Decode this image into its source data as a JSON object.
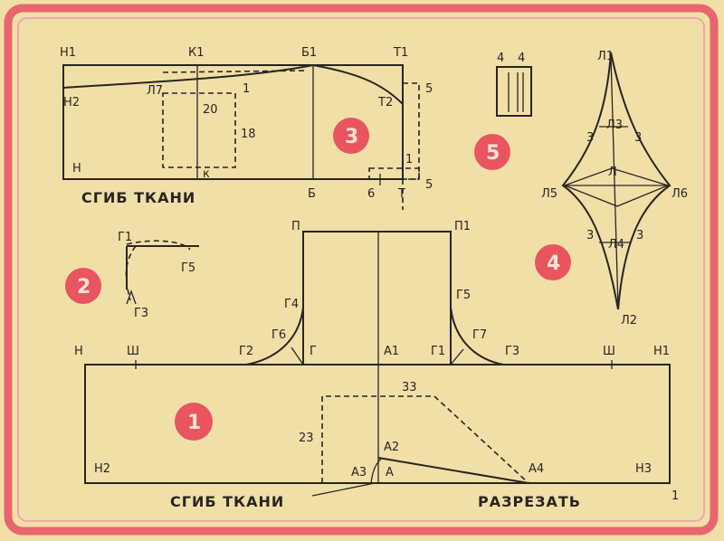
{
  "colors": {
    "paper": "#f1dfa8",
    "frame": "#e8666e",
    "ink": "#2a2420",
    "badge": "#e8555f"
  },
  "badges": [
    "1",
    "2",
    "3",
    "4",
    "5"
  ],
  "part1": {
    "points": {
      "N": "Н",
      "Sh_left": "Ш",
      "G2": "Г2",
      "G6": "Г6",
      "G": "Г",
      "G4": "Г4",
      "P": "П",
      "P1": "П1",
      "A1": "А1",
      "G1": "Г1",
      "G5": "Г5",
      "G7": "Г7",
      "G3": "Г3",
      "Sh_right": "Ш",
      "N1": "Н1",
      "N2": "Н2",
      "N3": "Н3",
      "A2": "А2",
      "A3": "А3",
      "A": "А",
      "A4": "А4",
      "one": "1"
    },
    "dims": {
      "width": "33",
      "height": "23"
    },
    "fold_label": "СГИБ ТКАНИ",
    "cut_label": "РАЗРЕЗАТЬ"
  },
  "part2": {
    "points": {
      "G1": "Г1",
      "G5": "Г5",
      "G3": "Г3"
    }
  },
  "part3": {
    "points": {
      "N1": "Н1",
      "K1": "К1",
      "B1": "Б1",
      "T1": "Т1",
      "N2": "Н2",
      "L7": "Л7",
      "one": "1",
      "T2": "Т2",
      "five_top": "5",
      "N": "Н",
      "K": "к",
      "B": "Б",
      "six": "6",
      "T": "Т",
      "five_bottom": "5",
      "one_small": "1"
    },
    "dims": {
      "width": "20",
      "height": "18"
    },
    "fold_label": "СГИБ ТКАНИ"
  },
  "part4": {
    "points": {
      "L1": "Л1",
      "L3": "Л3",
      "L": "Л",
      "L5": "Л5",
      "L6": "Л6",
      "L4": "Л4",
      "L2": "Л2",
      "three_a": "3",
      "three_b": "3",
      "three_c": "3",
      "three_d": "3"
    }
  },
  "part5": {
    "labels": {
      "left": "4",
      "right": "4"
    }
  }
}
